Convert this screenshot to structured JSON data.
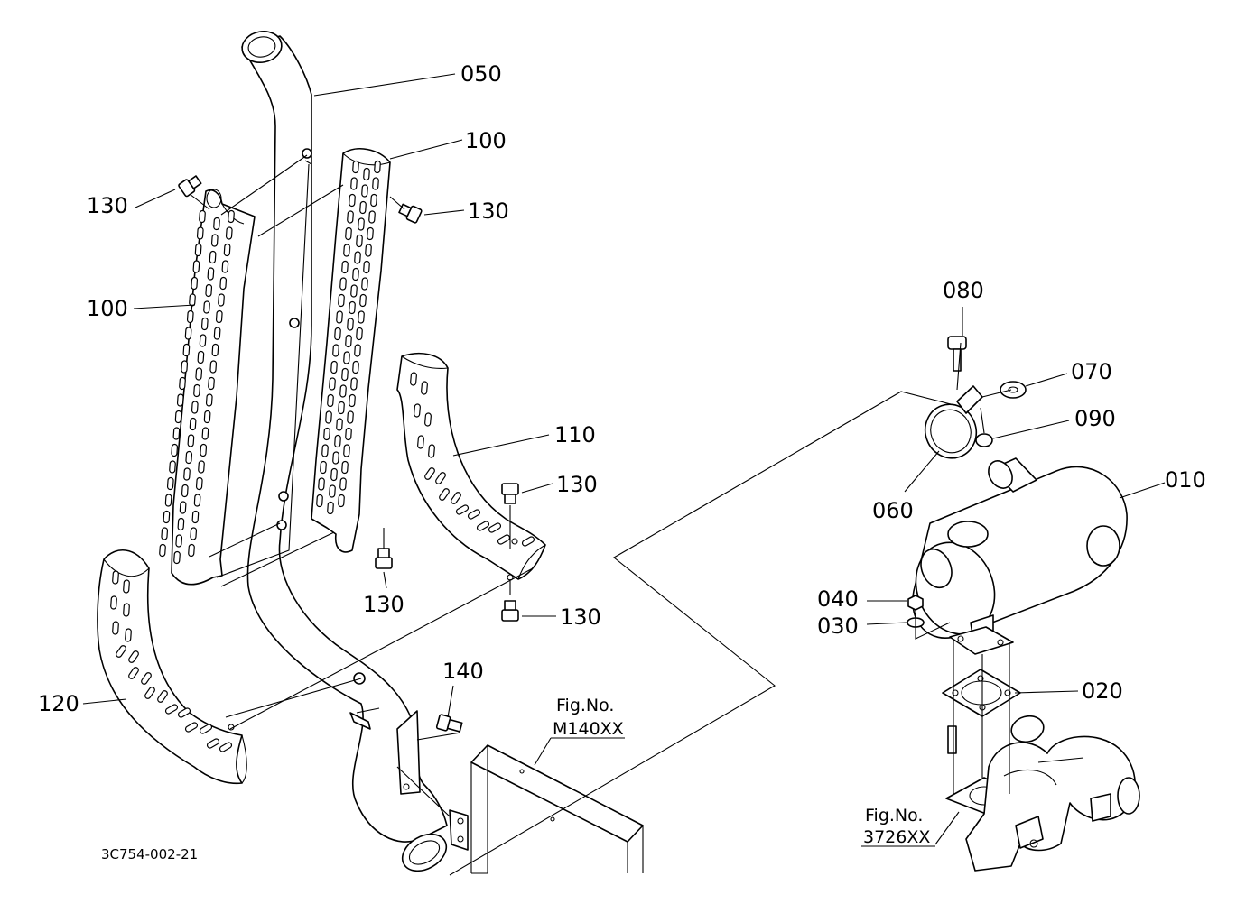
{
  "drawing_code": "3C754-002-21",
  "parts": {
    "p010": "010",
    "p020": "020",
    "p030": "030",
    "p040": "040",
    "p050": "050",
    "p060": "060",
    "p070": "070",
    "p080": "080",
    "p090": "090",
    "p100": "100",
    "p110": "110",
    "p120": "120",
    "p130": "130",
    "p140": "140"
  },
  "fig_refs": {
    "fig_label": "Fig.No.",
    "radiator": "M140XX",
    "turbo": "3726XX"
  }
}
